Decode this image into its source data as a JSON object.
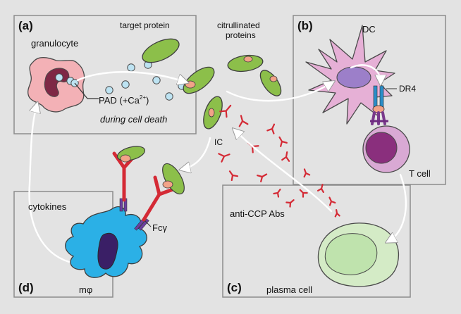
{
  "panels": {
    "a": {
      "letter": "(a)",
      "granulocyte": "granulocyte",
      "target_protein": "target protein",
      "pad_prefix": "PAD (+Ca",
      "pad_superscript": "2+",
      "pad_suffix": ")",
      "during": "during cell death"
    },
    "b": {
      "letter": "(b)",
      "dc": "DC",
      "dr4": "DR4",
      "tcell": "T cell"
    },
    "c": {
      "letter": "(c)",
      "anti_ccp": "anti-CCP Abs",
      "plasma": "plasma cell"
    },
    "d": {
      "letter": "(d)",
      "cytokines": "cytokines",
      "fc": "Fcγ",
      "mphi": "mφ"
    }
  },
  "floating": {
    "citrullinated_line1": "citrullinated",
    "citrullinated_line2": "proteins",
    "ic": "IC"
  },
  "colors": {
    "background": "#e3e3e3",
    "panel_stroke": "#8c8c8c",
    "protein_green": "#8cbf4a",
    "citrulline_spot": "#f2a388",
    "granulocyte_pink": "#f3b1b6",
    "dc_pink": "#e6b0d6",
    "dc_nucleus": "#9c7fc9",
    "tcell_outer": "#d9a9d4",
    "tcell_nucleus": "#8a2f7d",
    "macrophage_blue": "#2bb0e6",
    "macrophage_nucleus": "#3a1f66",
    "antibody_red": "#d42a35",
    "plasma_green": "#d4ebc6",
    "ca_ion": "#bde3f2"
  }
}
